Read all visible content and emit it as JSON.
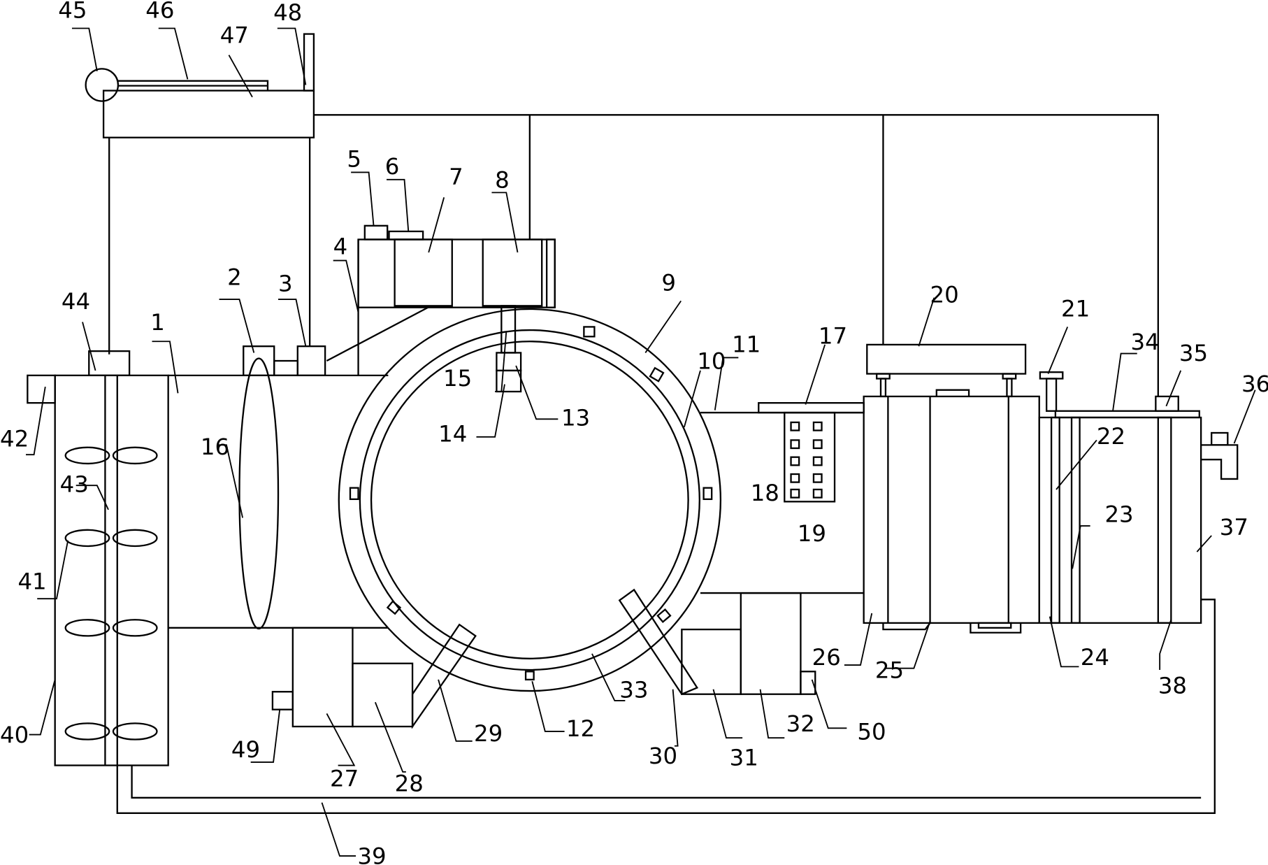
{
  "diagram": {
    "labels": {
      "n1": "1",
      "n2": "2",
      "n3": "3",
      "n4": "4",
      "n5": "5",
      "n6": "6",
      "n7": "7",
      "n8": "8",
      "n9": "9",
      "n10": "10",
      "n11": "11",
      "n12": "12",
      "n13": "13",
      "n14": "14",
      "n15": "15",
      "n16": "16",
      "n17": "17",
      "n18": "18",
      "n19": "19",
      "n20": "20",
      "n21": "21",
      "n22": "22",
      "n23": "23",
      "n24": "24",
      "n25": "25",
      "n26": "26",
      "n27": "27",
      "n28": "28",
      "n29": "29",
      "n30": "30",
      "n31": "31",
      "n32": "32",
      "n33": "33",
      "n34": "34",
      "n35": "35",
      "n36": "36",
      "n37": "37",
      "n38": "38",
      "n39": "39",
      "n40": "40",
      "n41": "41",
      "n42": "42",
      "n43": "43",
      "n44": "44",
      "n45": "45",
      "n46": "46",
      "n47": "47",
      "n48": "48",
      "n49": "49",
      "n50": "50"
    }
  }
}
